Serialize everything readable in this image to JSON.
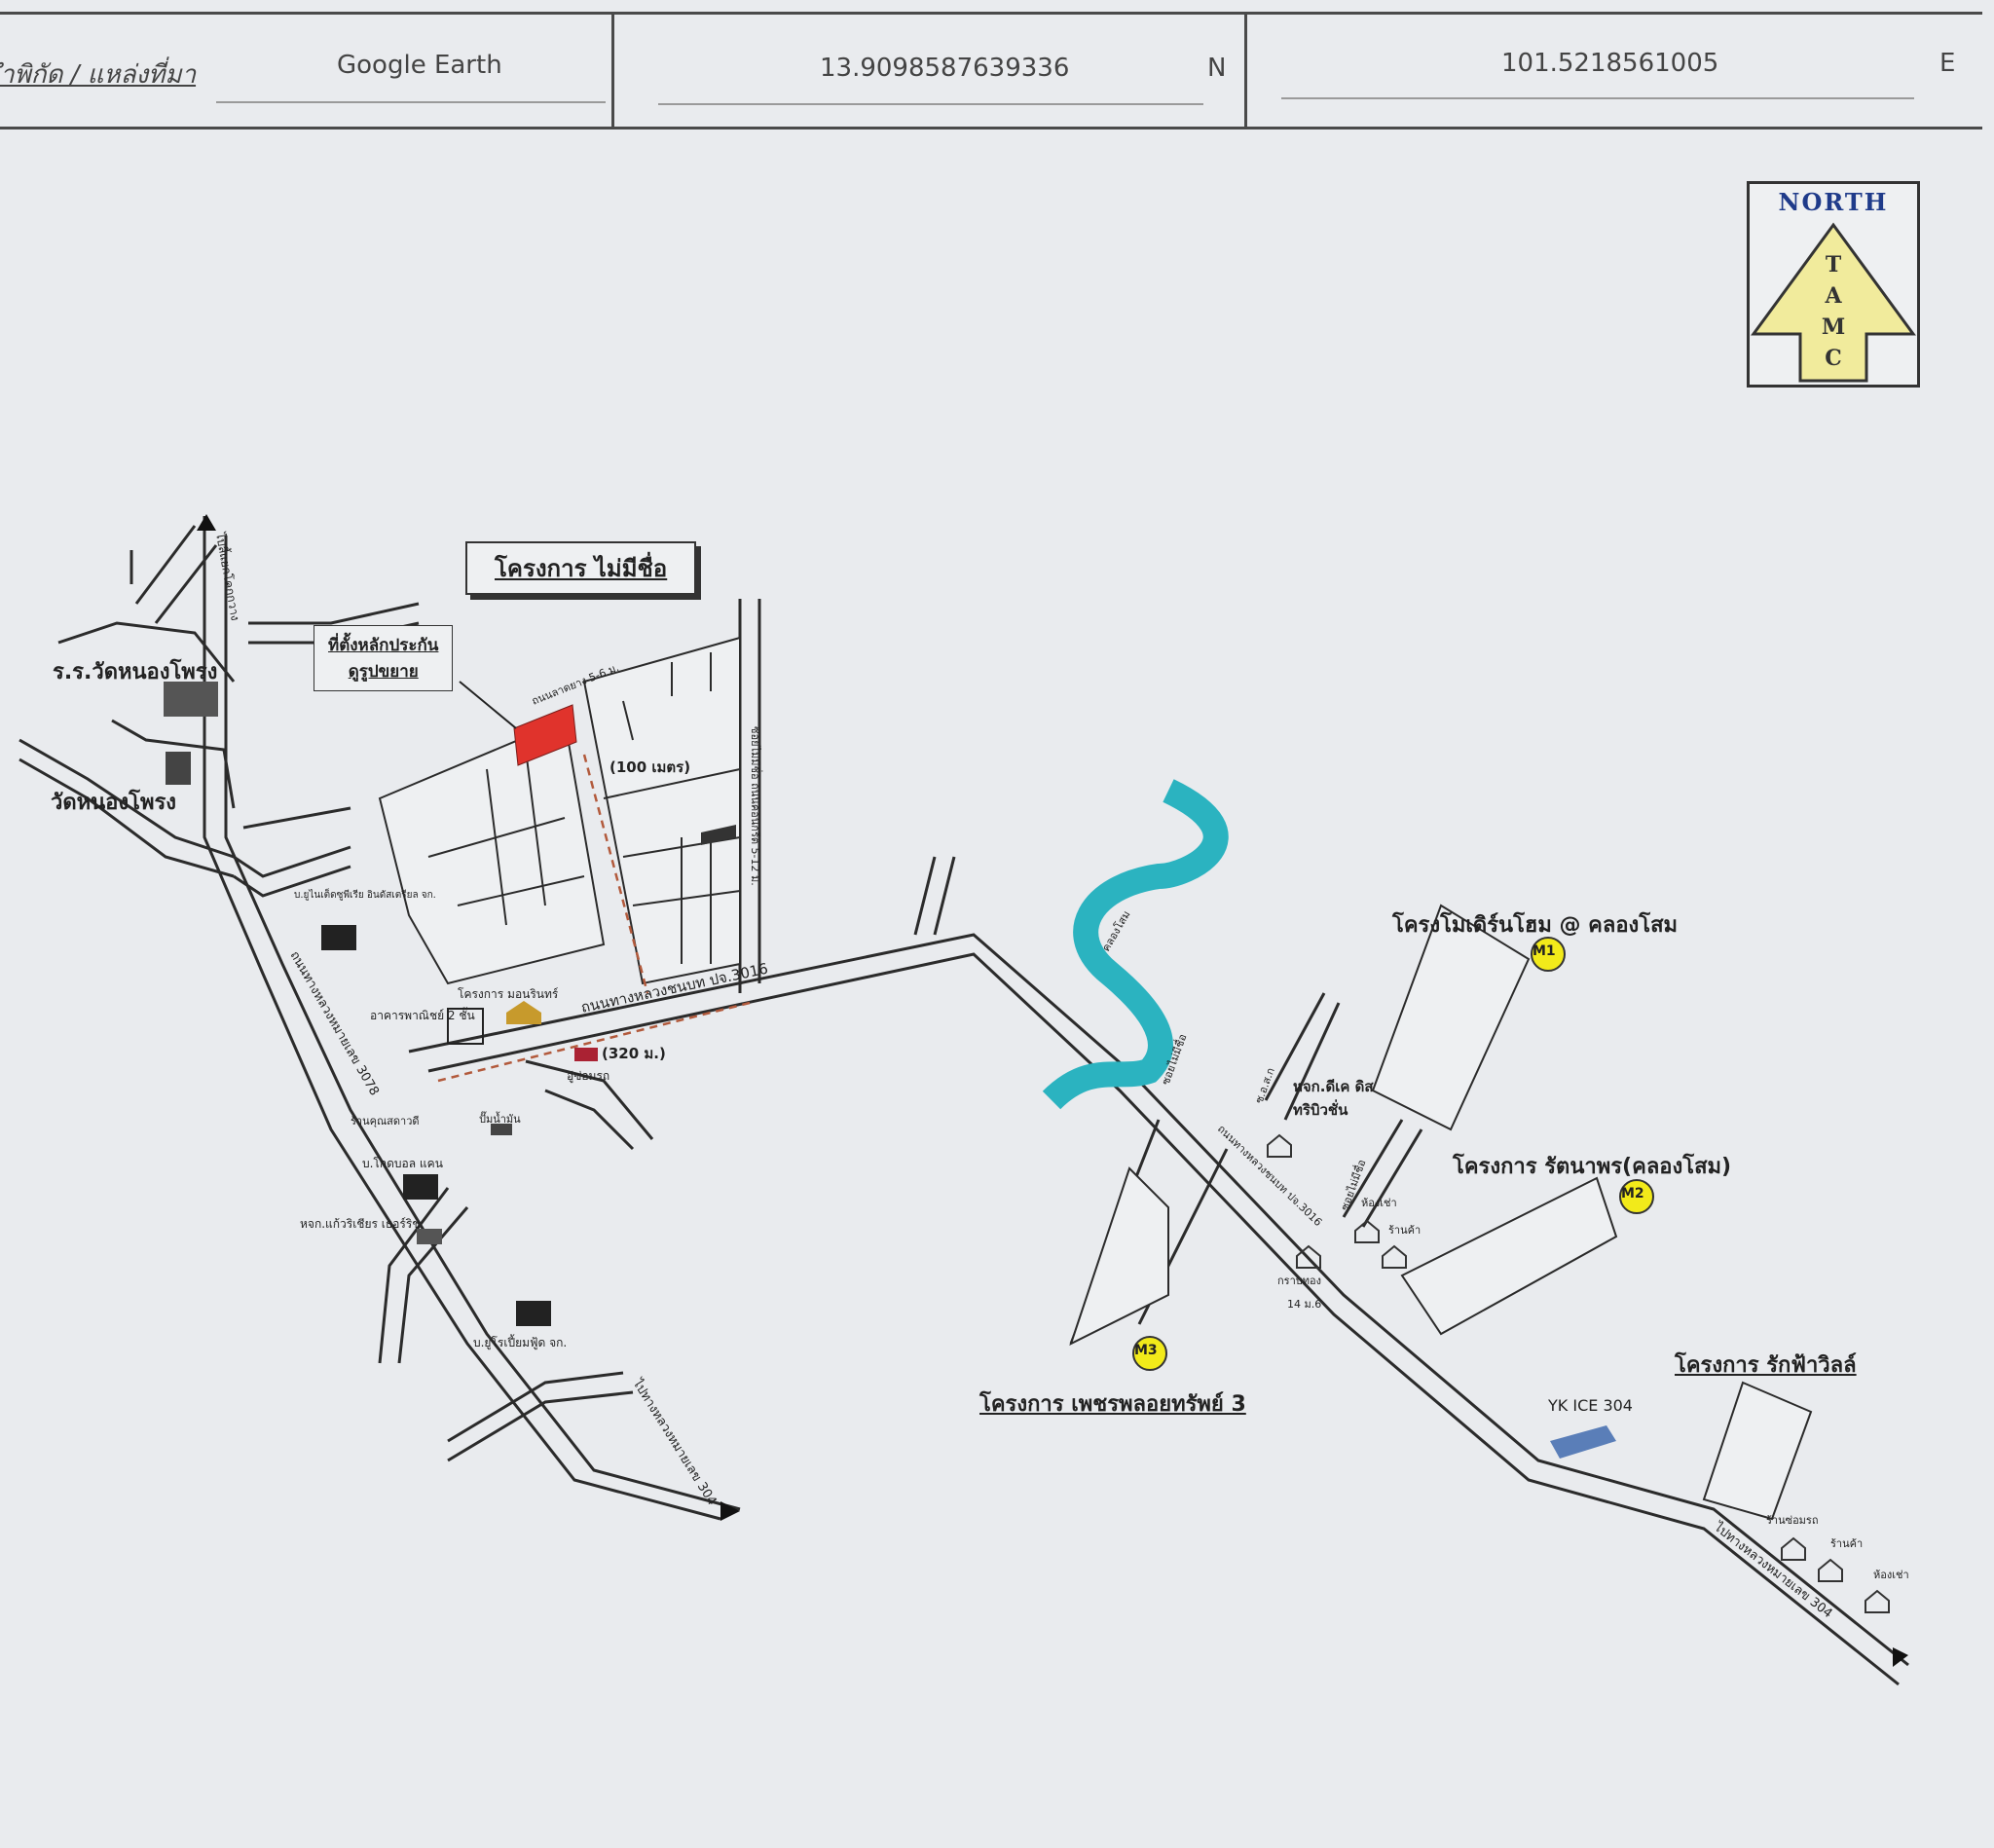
{
  "header": {
    "source_label": "ำพิกัด / แหล่งที่มา",
    "source_value": "Google Earth",
    "lat_value": "13.9098587639336",
    "lat_unit": "N",
    "lon_value": "101.5218561005",
    "lon_unit": "E"
  },
  "north": {
    "label": "NORTH",
    "letters": [
      "T",
      "A",
      "M",
      "C"
    ],
    "color": "#f1eb9c"
  },
  "map": {
    "project_title": "โครงการ ไม่มีชื่อ",
    "subject_label_line1": "ที่ตั้งหลักประกัน",
    "subject_label_line2": "ดูรูปขยาย",
    "dist_100": "(100 เมตร)",
    "dist_320": "(320 ม.)",
    "school": "ร.ร.วัดหนองโพรง",
    "temple": "วัดหนองโพรง",
    "road_3016_west": "ถนนทางหลวงชนบท ปจ.3016",
    "road_3078": "ถนนทางหลวงหมายเลข 3078",
    "to_304_a": "ไปทางหลวงหมายเลข 304",
    "to_304_b": "ไปทางหลวงหมายเลข 304",
    "to_kok": "ไปลี้แยกโคกกวาง",
    "soi_no_name": "ซอยไม่มีชื่อ",
    "road_trail": "ถนนลาดยาง 5-6 ม.",
    "soi_side": "ซอยไม่มีชื่อ ถนนคอนกรีต 5-12 ม.",
    "canal": "คลองโสม",
    "m1_title": "โครงโมเดิร์นโฮม @ คลองโสม",
    "m1": "M1",
    "m2_title": "โครงการ รัตนาพร(คลองโสม)",
    "m2": "M2",
    "m3_title": "โครงการ เพชรพลอยทรัพย์ 3",
    "m3": "M3",
    "rakfa": "โครงการ รักฟ้าวิลล์",
    "yk": "YK ICE 304",
    "shop_deco": "หจก.ดีเค ดิสทริบิวชั่น",
    "room1": "ห้องเช่า",
    "shop1": "ร้านค้า",
    "karb": "กราบทอง",
    "moo": "14 ม.6",
    "repair": "ร้านซ่อมรถ",
    "shop2": "ร้านค้า",
    "room2": "ห้องเช่า",
    "mansion": "โครงการ มอนรินทร์",
    "commercial": "อาคารพาณิชย์ 2 ชั้น",
    "carwash": "อู่ซ่อมรถ",
    "shop_local": "ร้านคุณสดาวดี",
    "gas": "ปั๊มน้ำมัน",
    "factory1": "บ.ยูไนเต็ดซูพีเรีย อินดัสเตรียล จก.",
    "factory2": "บ.โกดบอล แคน",
    "factory3": "หจก.แก้วริเชียร เธอร์ริช",
    "factory4": "บ.ยูโรเปี้ยมฟู้ด จก.",
    "soi_dot": "ซ.อ.ส.ก",
    "colors": {
      "canal": "#2bb3c0",
      "subject": "#e0332c",
      "marker": "#f2ea1a",
      "road": "#2b2b2b",
      "dashed": "#b25a3c"
    }
  }
}
